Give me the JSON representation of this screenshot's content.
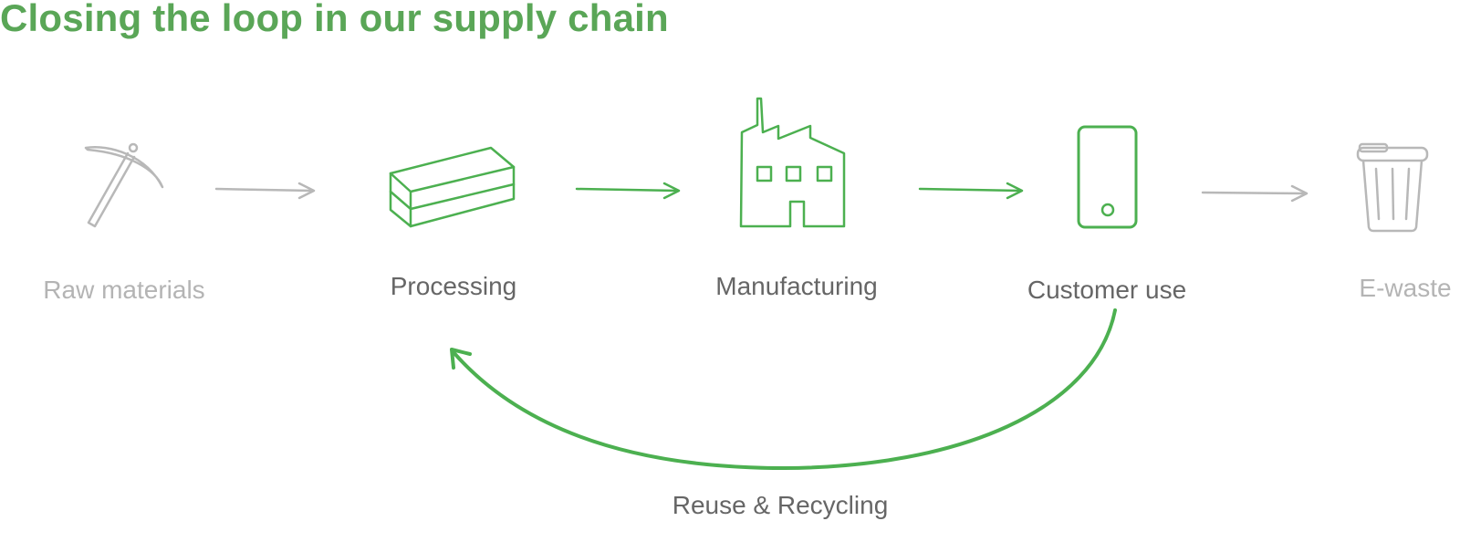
{
  "title": "Closing the loop in our supply chain",
  "colors": {
    "title": "#5aa657",
    "active_stroke": "#4cb050",
    "faded_stroke": "#b8b8b8",
    "active_text": "#666666",
    "faded_text": "#b4b4b4"
  },
  "stages": [
    {
      "id": "raw-materials",
      "label": "Raw materials",
      "icon": "pickaxe-icon",
      "state": "faded"
    },
    {
      "id": "processing",
      "label": "Processing",
      "icon": "bricks-icon",
      "state": "active"
    },
    {
      "id": "manufacturing",
      "label": "Manufacturing",
      "icon": "factory-icon",
      "state": "active"
    },
    {
      "id": "customer-use",
      "label": "Customer use",
      "icon": "smartphone-icon",
      "state": "active"
    },
    {
      "id": "e-waste",
      "label": "E-waste",
      "icon": "trash-can-icon",
      "state": "faded"
    }
  ],
  "arrows": [
    {
      "from": "raw-materials",
      "to": "processing",
      "state": "faded"
    },
    {
      "from": "processing",
      "to": "manufacturing",
      "state": "active"
    },
    {
      "from": "manufacturing",
      "to": "customer-use",
      "state": "active"
    },
    {
      "from": "customer-use",
      "to": "e-waste",
      "state": "faded"
    }
  ],
  "loop": {
    "from": "customer-use",
    "to": "processing",
    "label": "Reuse & Recycling"
  }
}
